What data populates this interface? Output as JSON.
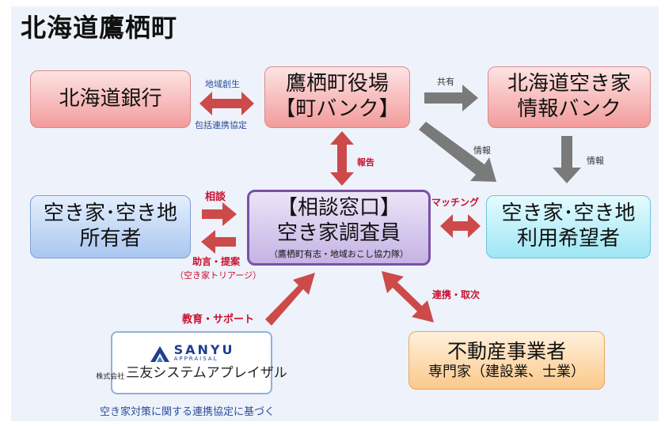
{
  "title": "北海道鷹栖町",
  "boxes": {
    "bank": "北海道銀行",
    "town_hall": {
      "line1": "鷹栖町役場",
      "line2": "【町バンク】"
    },
    "hokkaido_bank_info": {
      "line1": "北海道空き家",
      "line2": "情報バンク"
    },
    "owners": {
      "line1": "空き家･空き地",
      "line2": "所有者"
    },
    "consult": {
      "line1": "【相談窓口】",
      "line2": "空き家調査員",
      "sub": "（鷹栖町有志・地域おこし協力隊）"
    },
    "users": {
      "line1": "空き家･空き地",
      "line2": "利用希望者"
    },
    "business": {
      "line1": "不動産事業者",
      "line2": "専門家（建設業、士業）"
    }
  },
  "logo": {
    "brand": "SANYU",
    "brand_sub": "APPRAISAL",
    "company_prefix": "株式会社",
    "company": "三友システムアプレイザル"
  },
  "labels": {
    "region_creation": "地域創生",
    "comprehensive_agreement": "包括連携協定",
    "share": "共有",
    "report": "報告",
    "info_a": "情報",
    "info_b": "情報",
    "consultation": "相談",
    "matching": "マッチング",
    "advice": "助言・提案",
    "triage": "（空き家トリアージ）",
    "education": "教育・サポート",
    "liaison": "連携・取次"
  },
  "note": "空き家対策に関する連携協定に基づく",
  "colors": {
    "red_arrow": "#cc4a4a",
    "gray_arrow": "#7a7a7a"
  }
}
